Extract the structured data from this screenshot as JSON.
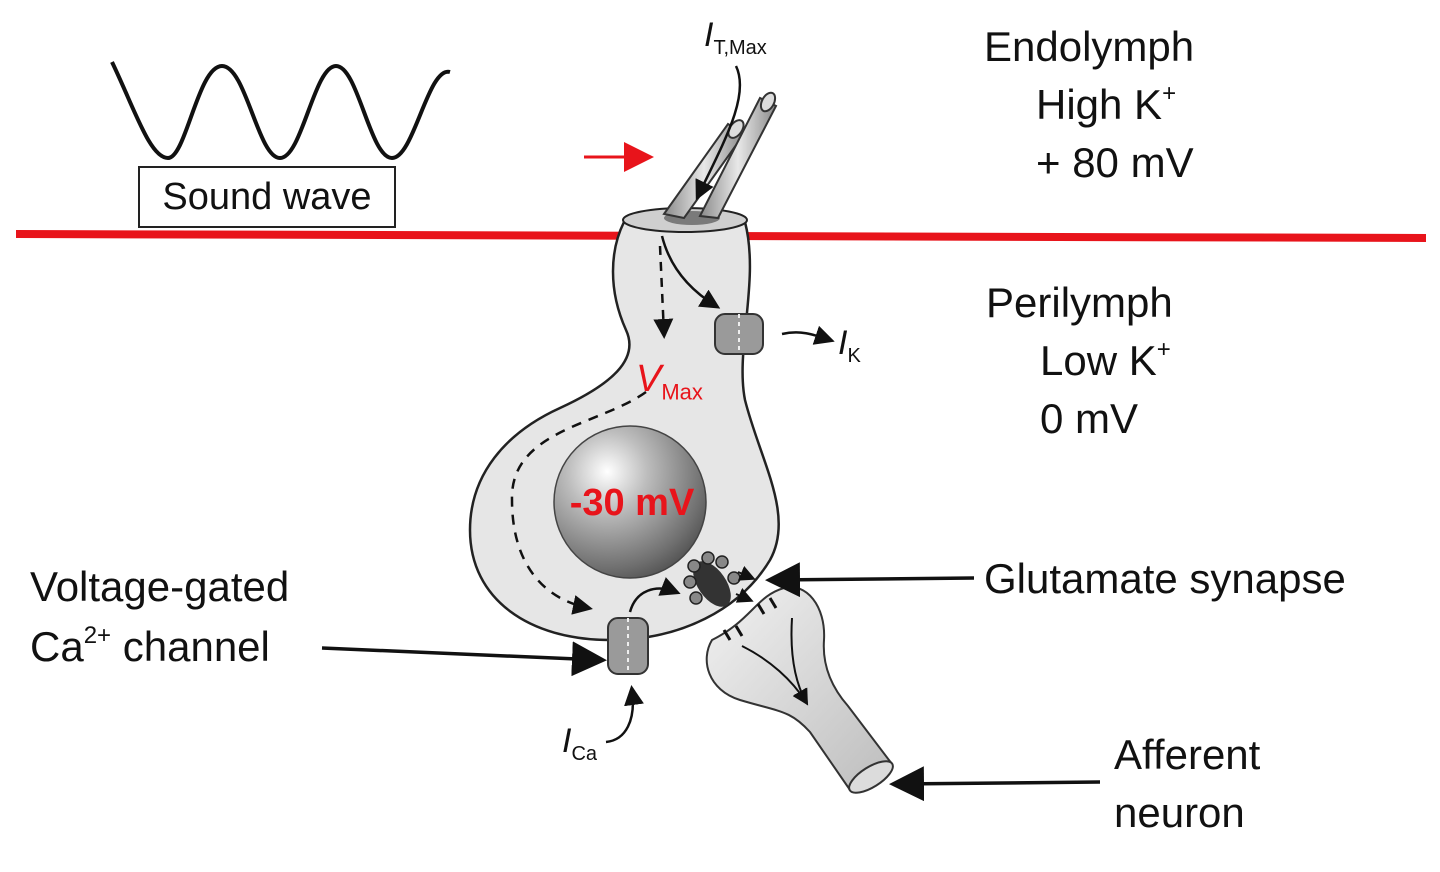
{
  "labels": {
    "endolymph": "Endolymph",
    "endolymph_k": "High K",
    "endolymph_k_sup": "+",
    "endolymph_mv": "+ 80 mV",
    "perilymph": "Perilymph",
    "perilymph_k": "Low K",
    "perilymph_k_sup": "+",
    "perilymph_mv": "0 mV",
    "sound_wave": "Sound wave",
    "nucleus_voltage": "-30 mV",
    "vmax": "V",
    "vmax_sub": "Max",
    "it_max": "I",
    "it_max_sub": "T,Max",
    "ik": "I",
    "ik_sub": "K",
    "ica": "I",
    "ica_sub": "Ca",
    "vgc_line1": "Voltage-gated",
    "vgc_line2_a": "Ca",
    "vgc_line2_sup": "2+",
    "vgc_line2_b": " channel",
    "glutamate_synapse": "Glutamate synapse",
    "afferent_line1": "Afferent",
    "afferent_line2": "neuron"
  },
  "colors": {
    "membrane_line": "#e8141b",
    "red_text": "#e8141b",
    "cell_fill": "#e6e6e6",
    "ink": "#111111"
  }
}
